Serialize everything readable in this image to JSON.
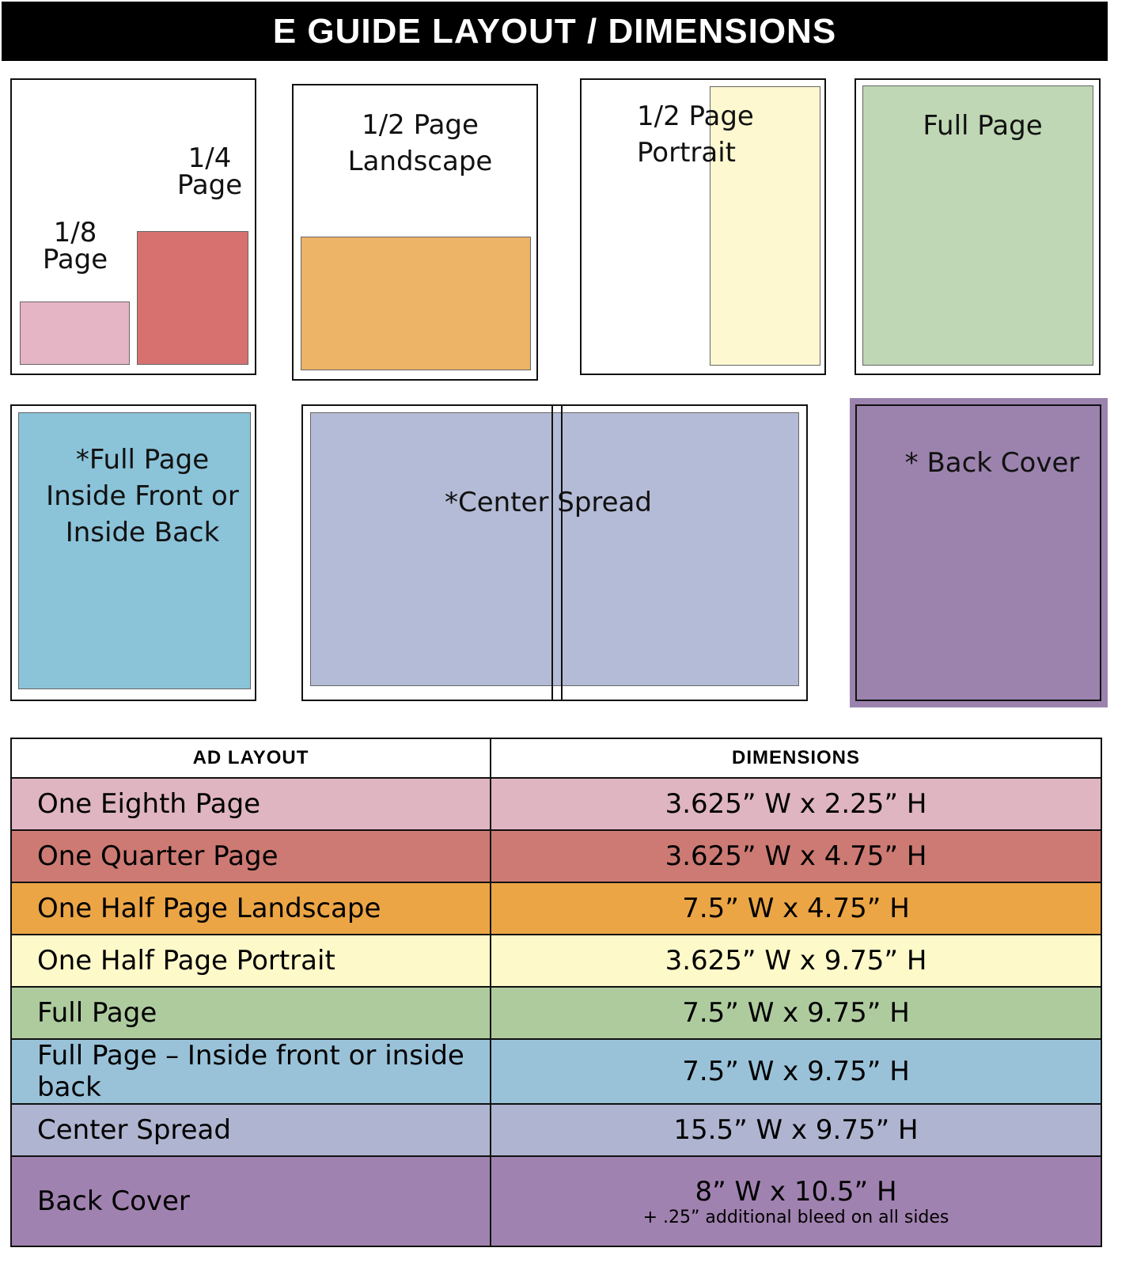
{
  "title": "E GUIDE LAYOUT / DIMENSIONS",
  "diagrams": {
    "eighth": "1/8 Page",
    "quarter": "1/4 Page",
    "half_landscape": "1/2 Page Landscape",
    "half_portrait": "1/2 Page Portrait",
    "full": "Full Page",
    "inside": "*Full Page Inside Front or Inside Back",
    "center": "*Center Spread",
    "back": "* Back Cover"
  },
  "colors": {
    "eighth": "#e5b5c5",
    "quarter": "#d77170",
    "half_landscape": "#edb367",
    "half_portrait": "#fef8d0",
    "full": "#bfd7b4",
    "inside": "#8bc3d9",
    "center": "#b4bbd6",
    "back": "#9c83ae"
  },
  "table": {
    "headers": [
      "AD  LAYOUT",
      "DIMENSIONS"
    ],
    "rows": [
      {
        "layout": "One Eighth Page",
        "dims": "3.625” W x 2.25” H",
        "color": "#dfb5c1"
      },
      {
        "layout": "One Quarter Page",
        "dims": "3.625” W x 4.75” H",
        "color": "#cc7a73"
      },
      {
        "layout": "One Half Page Landscape",
        "dims": "7.5” W x 4.75” H",
        "color": "#eba545"
      },
      {
        "layout": "One Half Page Portrait",
        "dims": "3.625” W x 9.75” H",
        "color": "#fef9c9"
      },
      {
        "layout": "Full Page",
        "dims": "7.5” W x 9.75” H",
        "color": "#aecb9e"
      },
      {
        "layout": "Full Page – Inside front or inside back",
        "dims": "7.5” W x 9.75” H",
        "color": "#99c2d9"
      },
      {
        "layout": "Center Spread",
        "dims": "15.5” W x 9.75” H",
        "color": "#afb4d0"
      },
      {
        "layout": "Back Cover",
        "dims": "8” W x 10.5” H",
        "note": "+ .25” additional bleed on all sides",
        "color": "#a082b0"
      }
    ]
  }
}
